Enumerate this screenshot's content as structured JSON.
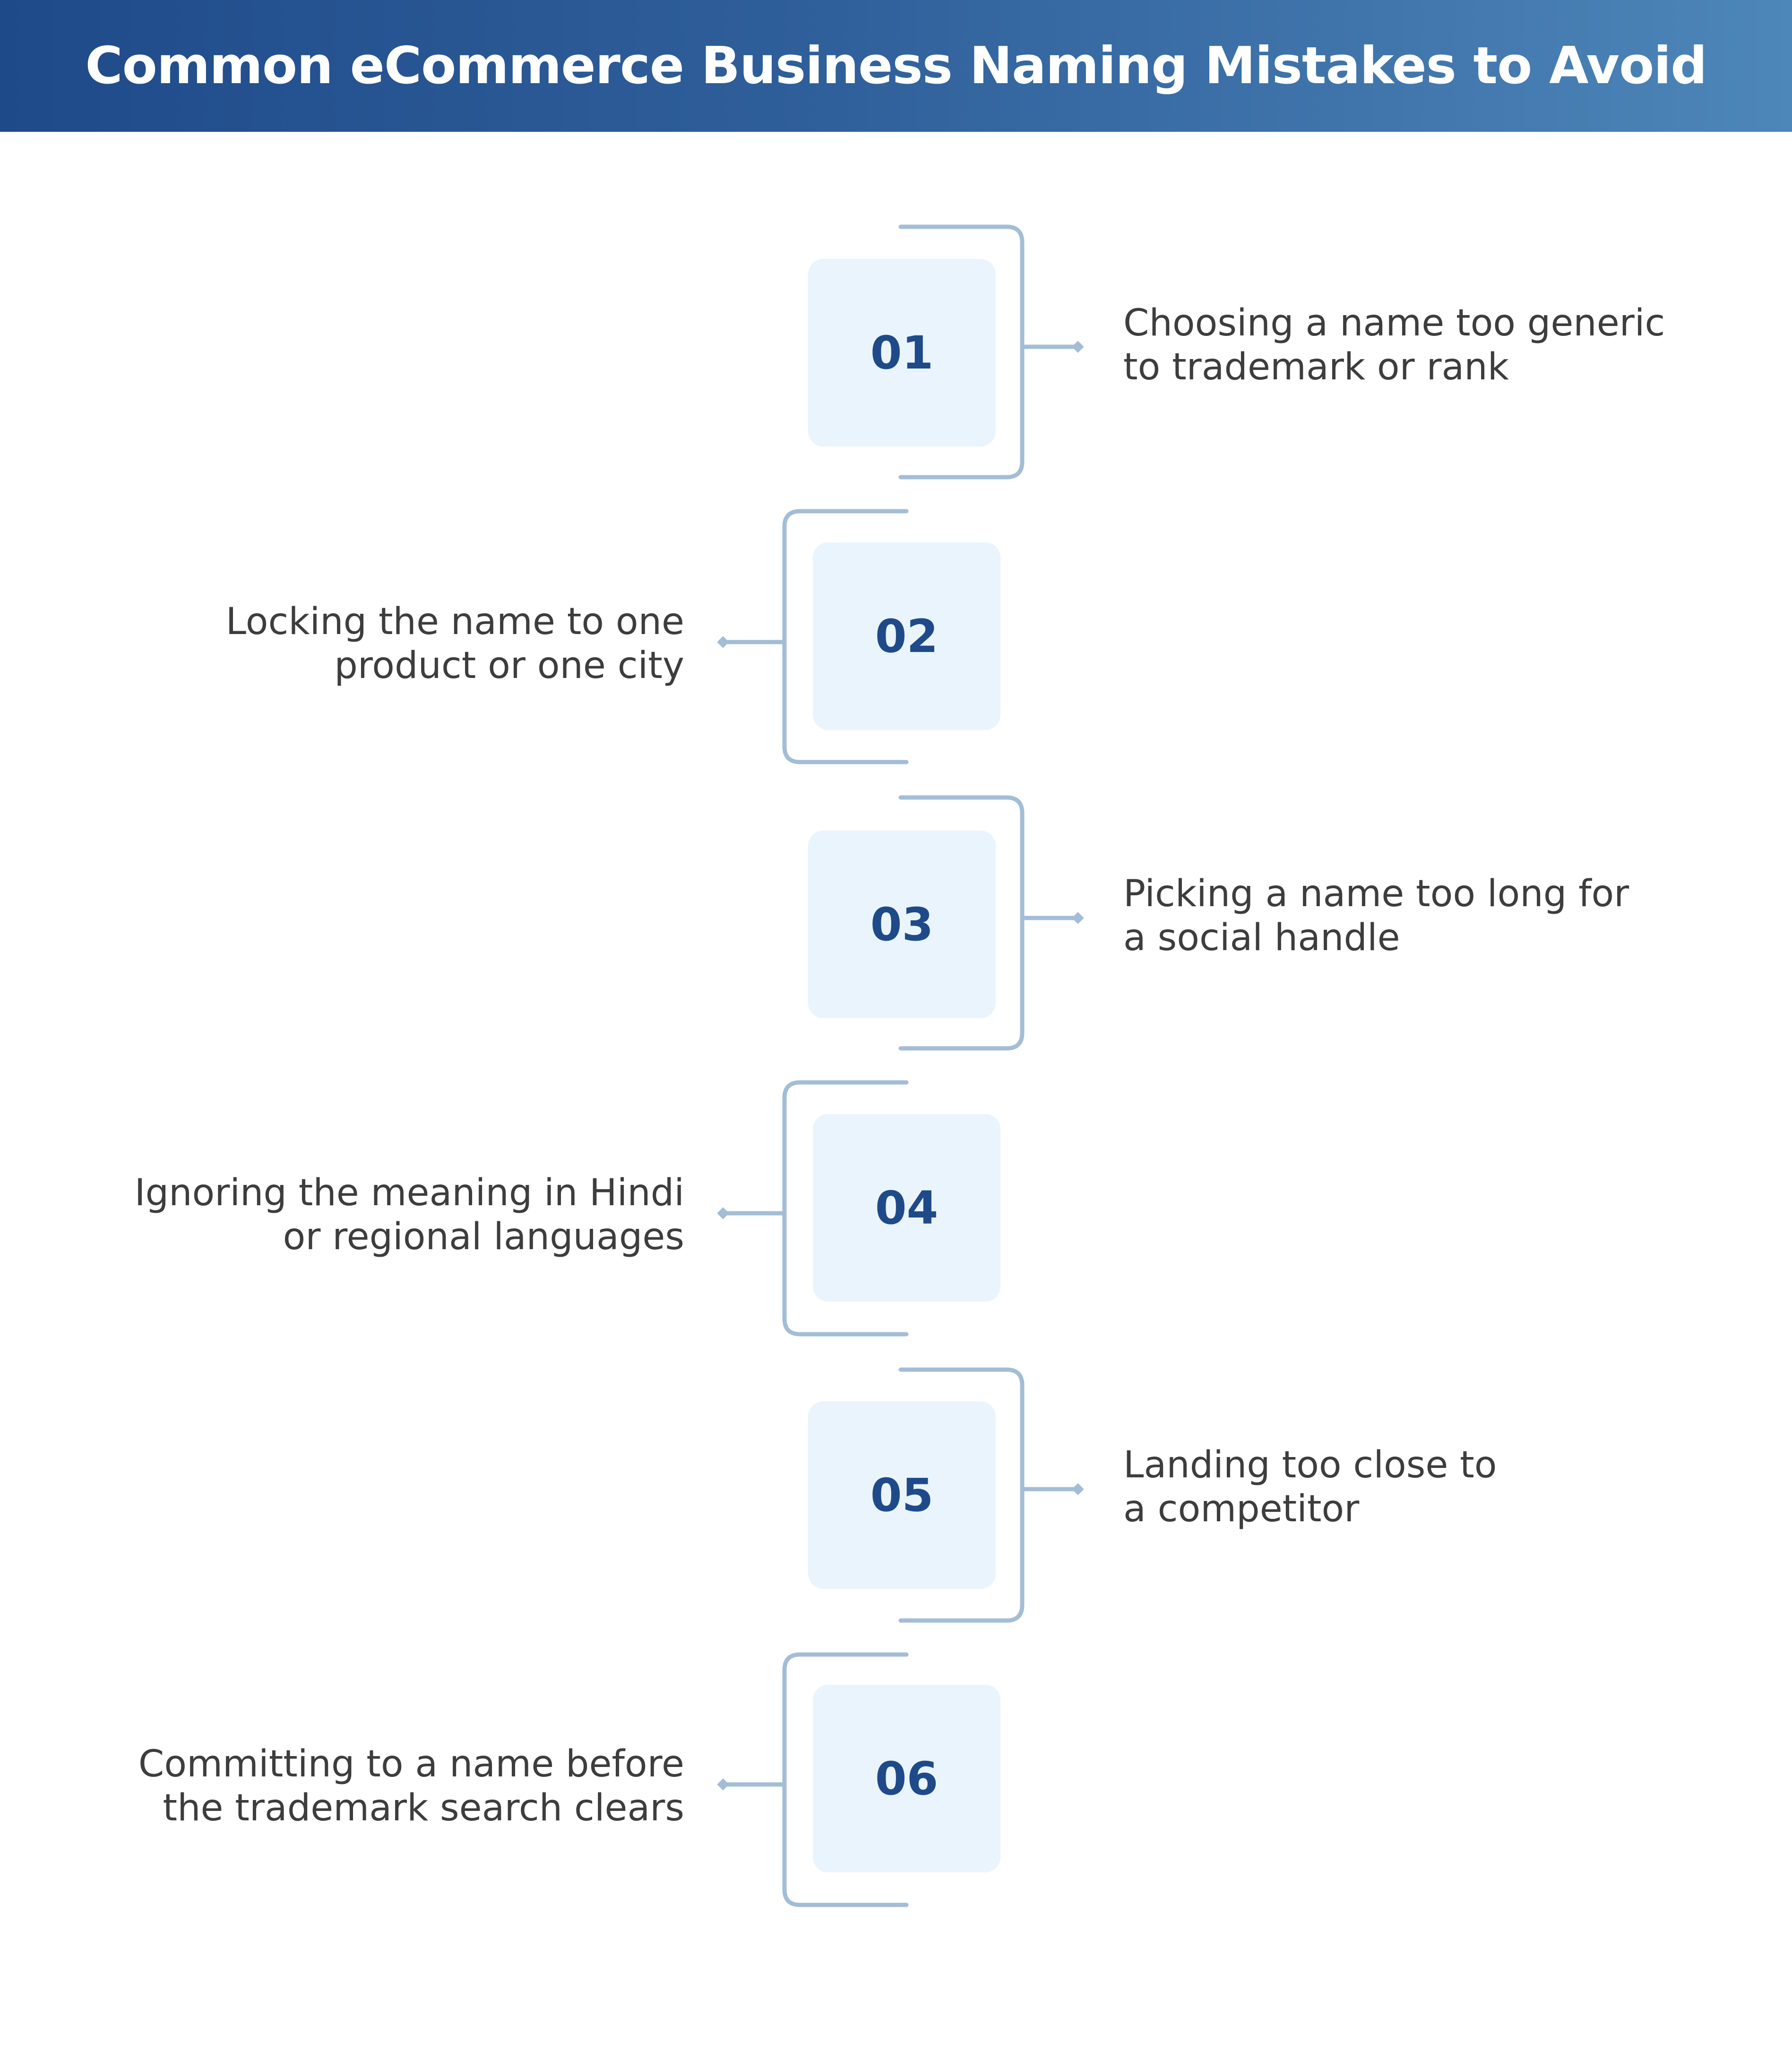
{
  "title": "Common eCommerce Business Naming Mistakes to Avoid",
  "colors": {
    "header_start": "#1f4a8a",
    "header_end": "#4d86b9",
    "box_fill": "#eaf4fc",
    "number": "#1f4a8a",
    "connector": "#a3bdd6",
    "text": "#3d3d3d"
  },
  "steps": [
    {
      "number": "01",
      "text": "Choosing a name too generic\nto trademark or rank"
    },
    {
      "number": "02",
      "text": "Locking the name to one\nproduct or one city"
    },
    {
      "number": "03",
      "text": "Picking a name too long for\na social handle"
    },
    {
      "number": "04",
      "text": "Ignoring the meaning in Hindi\nor regional languages"
    },
    {
      "number": "05",
      "text": "Landing too close to\na competitor"
    },
    {
      "number": "06",
      "text": "Committing to a name before\nthe trademark search clears"
    }
  ]
}
